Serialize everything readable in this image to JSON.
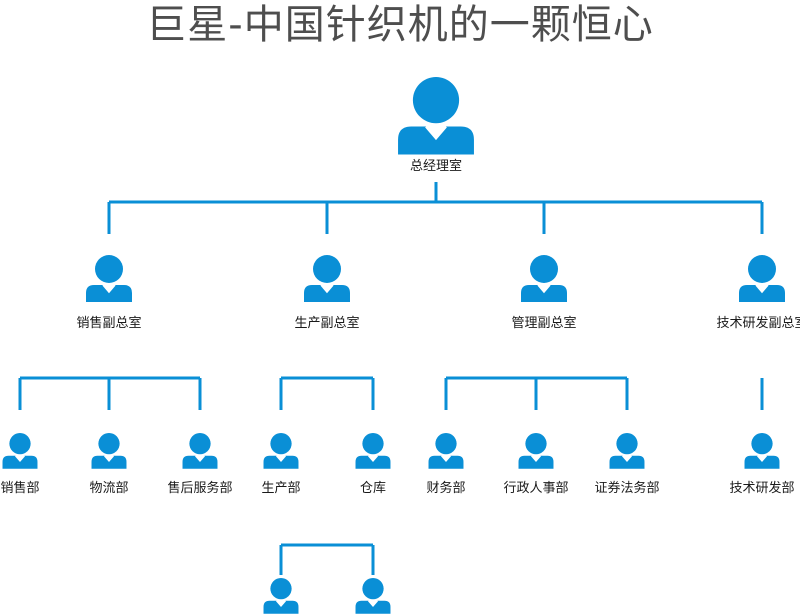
{
  "title": "巨星-中国针织机的一颗恒心",
  "colors": {
    "accent": "#0a8fd6",
    "text": "#1a1a1a",
    "title": "#4e4e4e"
  },
  "icon": "person-icon",
  "org": {
    "root": {
      "label": "总经理室"
    },
    "deputies": [
      {
        "label": "销售副总室",
        "departments": [
          {
            "label": "销售部"
          },
          {
            "label": "物流部"
          },
          {
            "label": "售后服务部"
          }
        ]
      },
      {
        "label": "生产副总室",
        "departments": [
          {
            "label": "生产部",
            "has_subunits": true,
            "subunit_count": 2
          },
          {
            "label": "仓库"
          }
        ]
      },
      {
        "label": "管理副总室",
        "departments": [
          {
            "label": "财务部"
          },
          {
            "label": "行政人事部"
          },
          {
            "label": "证券法务部"
          }
        ]
      },
      {
        "label": "技术研发副总室",
        "departments": [
          {
            "label": "技术研发部"
          }
        ]
      }
    ]
  }
}
